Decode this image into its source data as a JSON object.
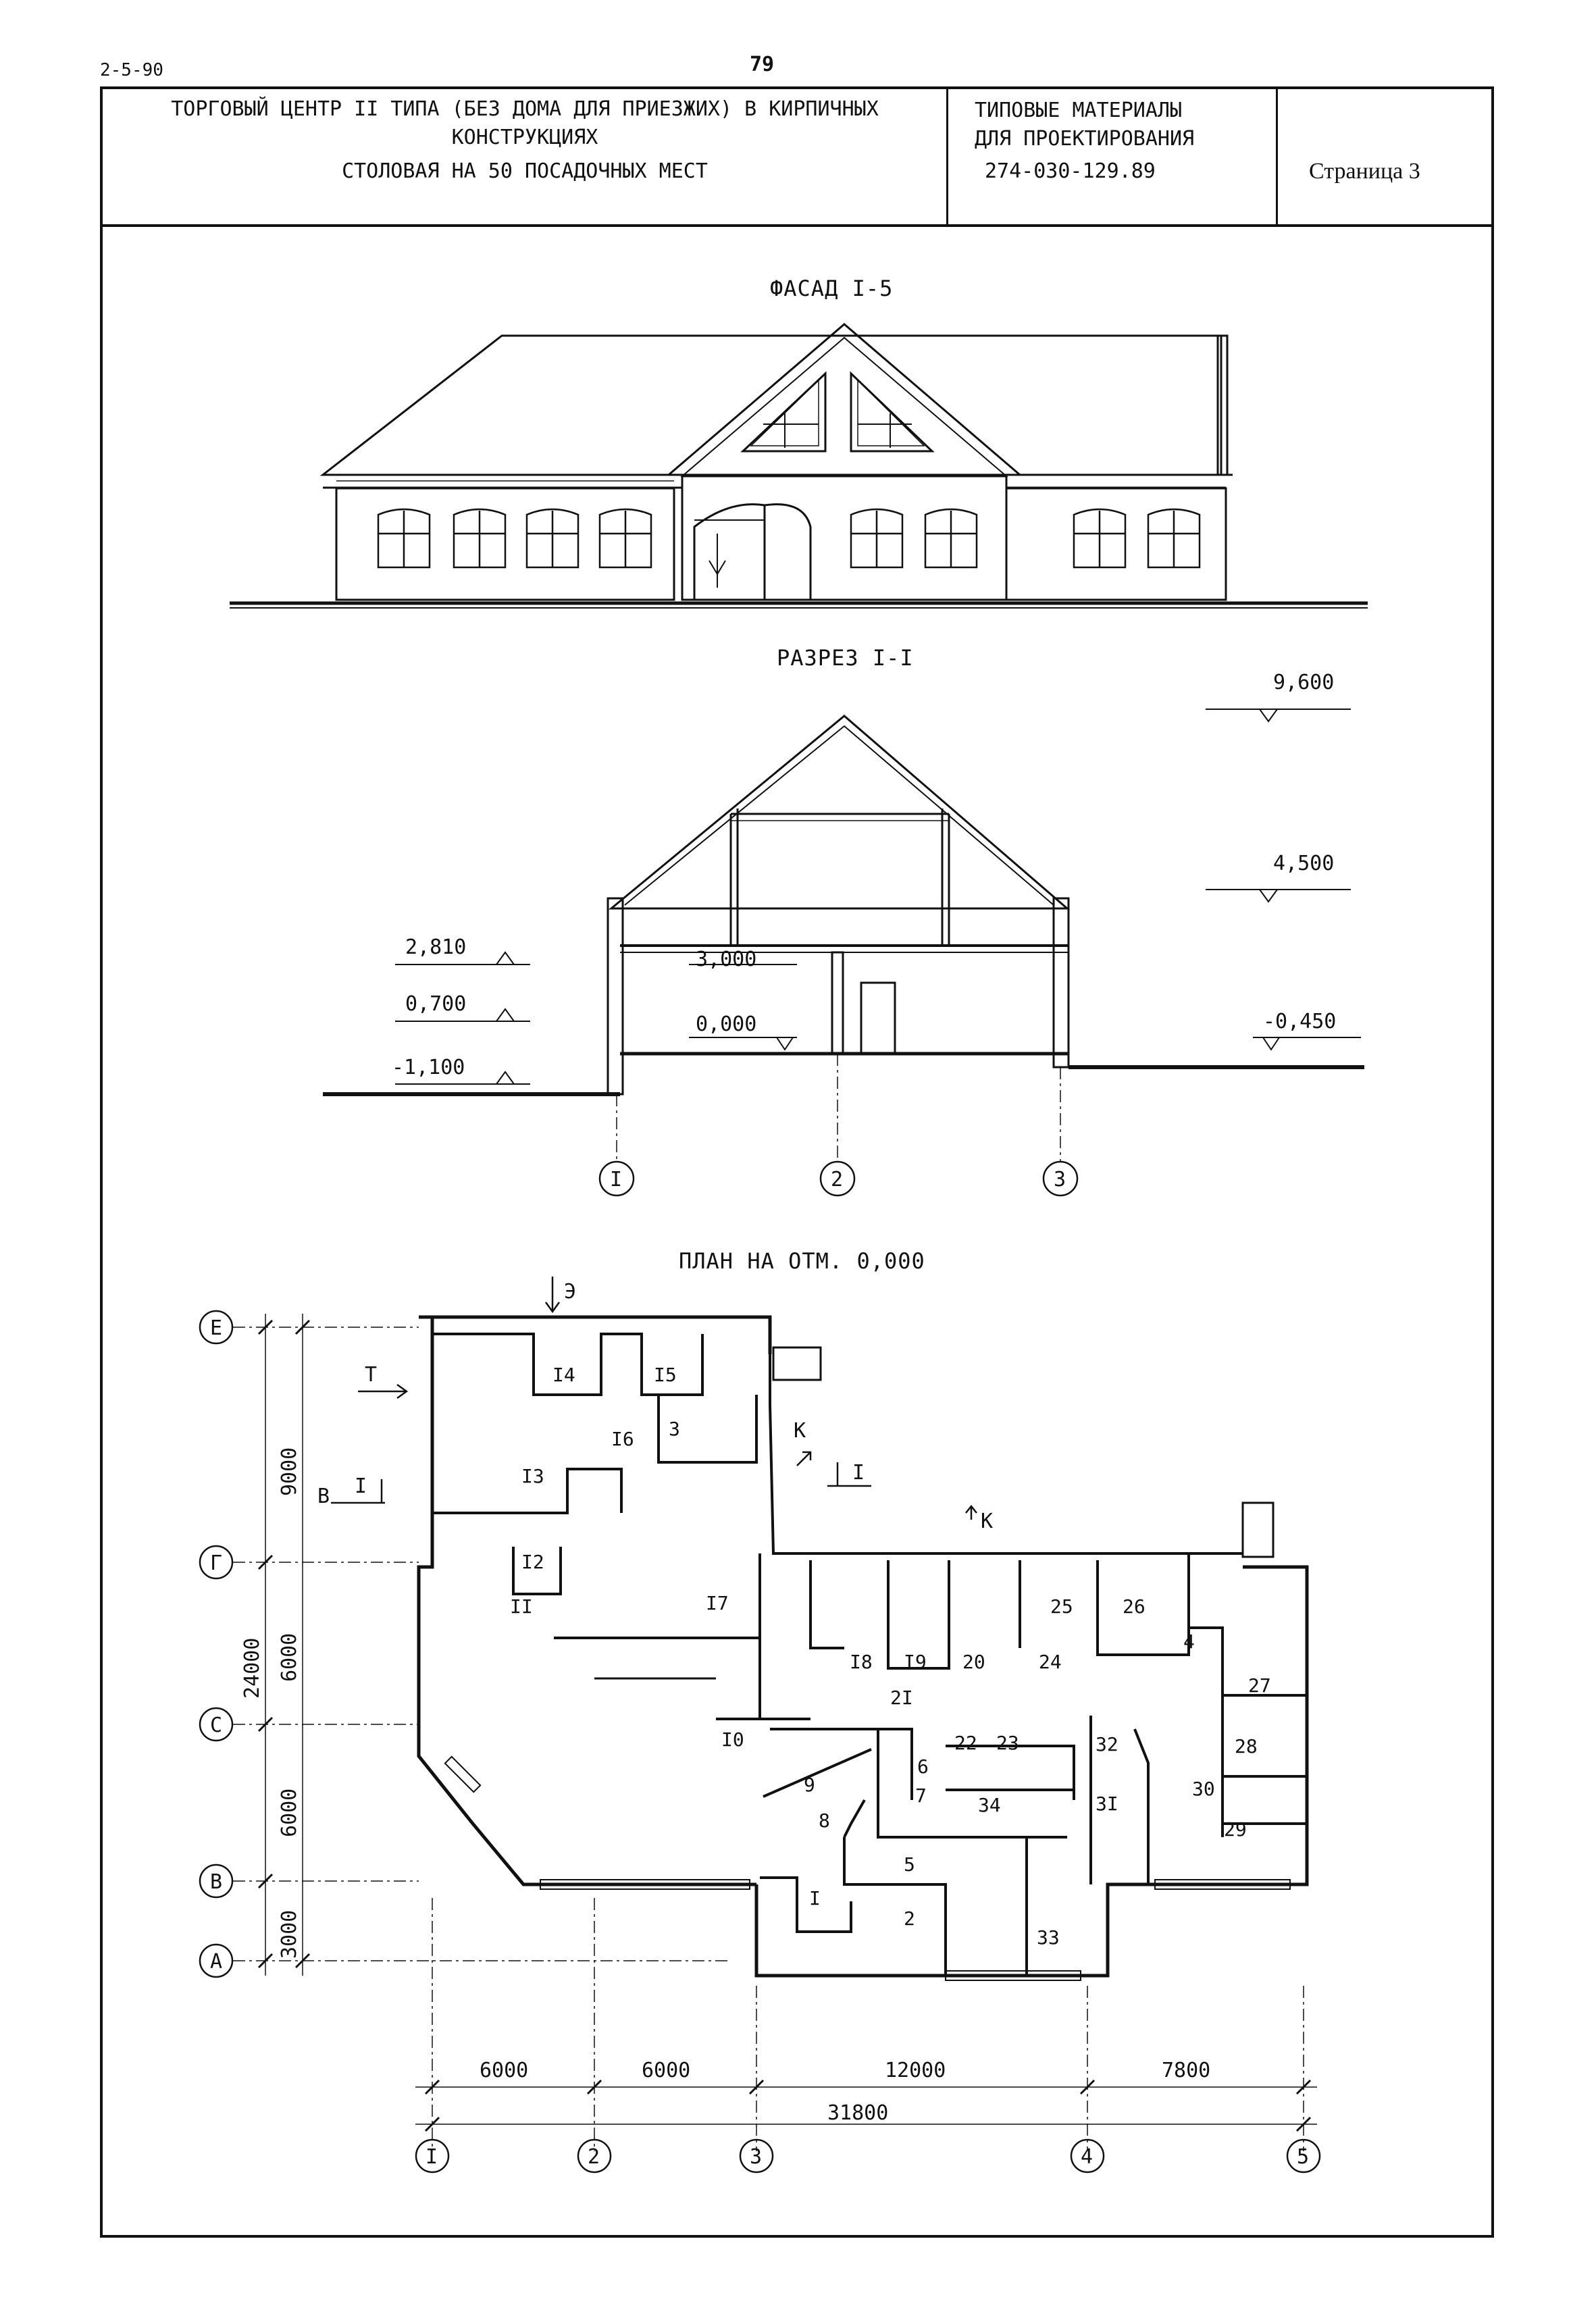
{
  "sheet": {
    "series_code": "2-5-90",
    "page_number": "79"
  },
  "title_block": {
    "project_line1": "ТОРГОВЫЙ ЦЕНТР II ТИПА (БЕЗ ДОМА ДЛЯ ПРИЕЗЖИХ) В КИРПИЧНЫХ",
    "project_line2": "КОНСТРУКЦИЯХ",
    "project_line3": "СТОЛОВАЯ НА 50 ПОСАДОЧНЫХ МЕСТ",
    "materials_line1": "ТИПОВЫЕ МАТЕРИАЛЫ",
    "materials_line2": "ДЛЯ ПРОЕКТИРОВАНИЯ",
    "materials_code": "274-030-129.89",
    "page_label": "Страница 3"
  },
  "facade": {
    "title": "ФАСАД I-5"
  },
  "section": {
    "title": "РАЗРЕЗ I-I",
    "levels_left": [
      "2,810",
      "0,700",
      "-1,100"
    ],
    "levels_inner": [
      "3,000",
      "0,000"
    ],
    "levels_right": [
      "9,600",
      "4,500",
      "-0,450"
    ],
    "axes": [
      "I",
      "2",
      "3"
    ]
  },
  "plan": {
    "title": "ПЛАН НА ОТМ. 0,000",
    "row_axes": [
      "Е",
      "Г",
      "С",
      "В",
      "А"
    ],
    "col_axes": [
      "I",
      "2",
      "3",
      "4",
      "5"
    ],
    "row_dims": [
      "9000",
      "6000",
      "6000",
      "3000"
    ],
    "row_total": "24000",
    "col_dims": [
      "6000",
      "6000",
      "12000",
      "7800"
    ],
    "col_total": "31800",
    "entrance_marks": [
      "Э",
      "Т",
      "К",
      "К",
      "В"
    ],
    "cut_marks": [
      "I",
      "I"
    ],
    "rooms": [
      "I",
      "2",
      "3",
      "4",
      "5",
      "6",
      "7",
      "8",
      "9",
      "I0",
      "II",
      "I2",
      "I3",
      "I4",
      "I5",
      "I6",
      "I7",
      "I8",
      "I9",
      "20",
      "2I",
      "22",
      "23",
      "24",
      "25",
      "26",
      "27",
      "28",
      "29",
      "30",
      "3I",
      "32",
      "33",
      "34"
    ]
  }
}
